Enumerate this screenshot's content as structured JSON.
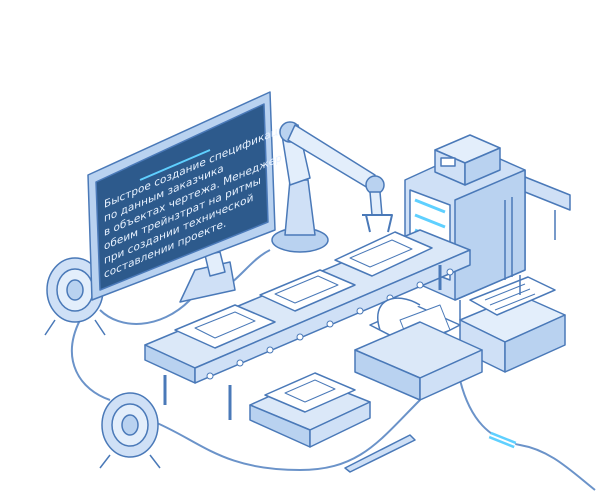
{
  "illustration": {
    "monitor_text": [
      "Быстрое создание спецификаций",
      "по данным заказчика",
      "в объектах чертежа. Менеджер",
      "обеим трейнзтрат на ритмы",
      "при создании технической",
      "составлении проекте."
    ],
    "colors": {
      "outline": "#4a79b8",
      "fill_light": "#e3eefb",
      "fill_mid": "#b9d2f0",
      "screen": "#2d5a8c",
      "glow": "#5fd0ff"
    }
  }
}
